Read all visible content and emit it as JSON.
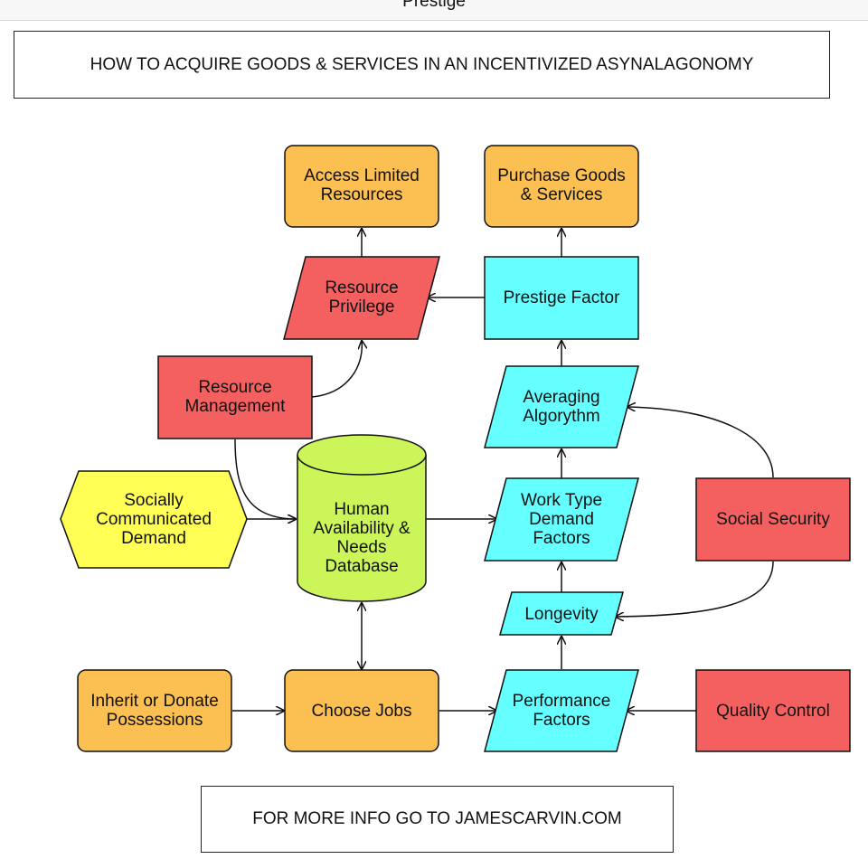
{
  "window": {
    "title": "Prestige"
  },
  "header": {
    "title": "HOW TO ACQUIRE GOODS & SERVICES IN AN INCENTIVIZED ASYNALAGONOMY"
  },
  "footer": {
    "text": "FOR MORE INFO GO TO JAMESCARVIN.COM"
  },
  "colors": {
    "orange": "#fbbf52",
    "red": "#f46060",
    "cyan": "#66ffff",
    "yellow": "#ffff55",
    "green": "#ccf55a"
  },
  "nodes": {
    "access_limited_resources": {
      "lines": [
        "Access Limited",
        "Resources"
      ]
    },
    "purchase_goods_services": {
      "lines": [
        "Purchase Goods",
        "& Services"
      ]
    },
    "resource_privilege": {
      "lines": [
        "Resource",
        "Privilege"
      ]
    },
    "prestige_factor": {
      "lines": [
        "Prestige Factor"
      ]
    },
    "resource_management": {
      "lines": [
        "Resource",
        "Management"
      ]
    },
    "averaging_algorythm": {
      "lines": [
        "Averaging",
        "Algorythm"
      ]
    },
    "socially_communicated_demand": {
      "lines": [
        "Socially",
        "Communicated",
        "Demand"
      ]
    },
    "human_availability_db": {
      "lines": [
        "Human",
        "Availability &",
        "Needs",
        "Database"
      ]
    },
    "work_type_demand_factors": {
      "lines": [
        "Work Type",
        "Demand",
        "Factors"
      ]
    },
    "social_security": {
      "lines": [
        "Social Security"
      ]
    },
    "longevity": {
      "lines": [
        "Longevity"
      ]
    },
    "inherit_or_donate": {
      "lines": [
        "Inherit or Donate",
        "Possessions"
      ]
    },
    "choose_jobs": {
      "lines": [
        "Choose Jobs"
      ]
    },
    "performance_factors": {
      "lines": [
        "Performance",
        "Factors"
      ]
    },
    "quality_control": {
      "lines": [
        "Quality Control"
      ]
    }
  }
}
